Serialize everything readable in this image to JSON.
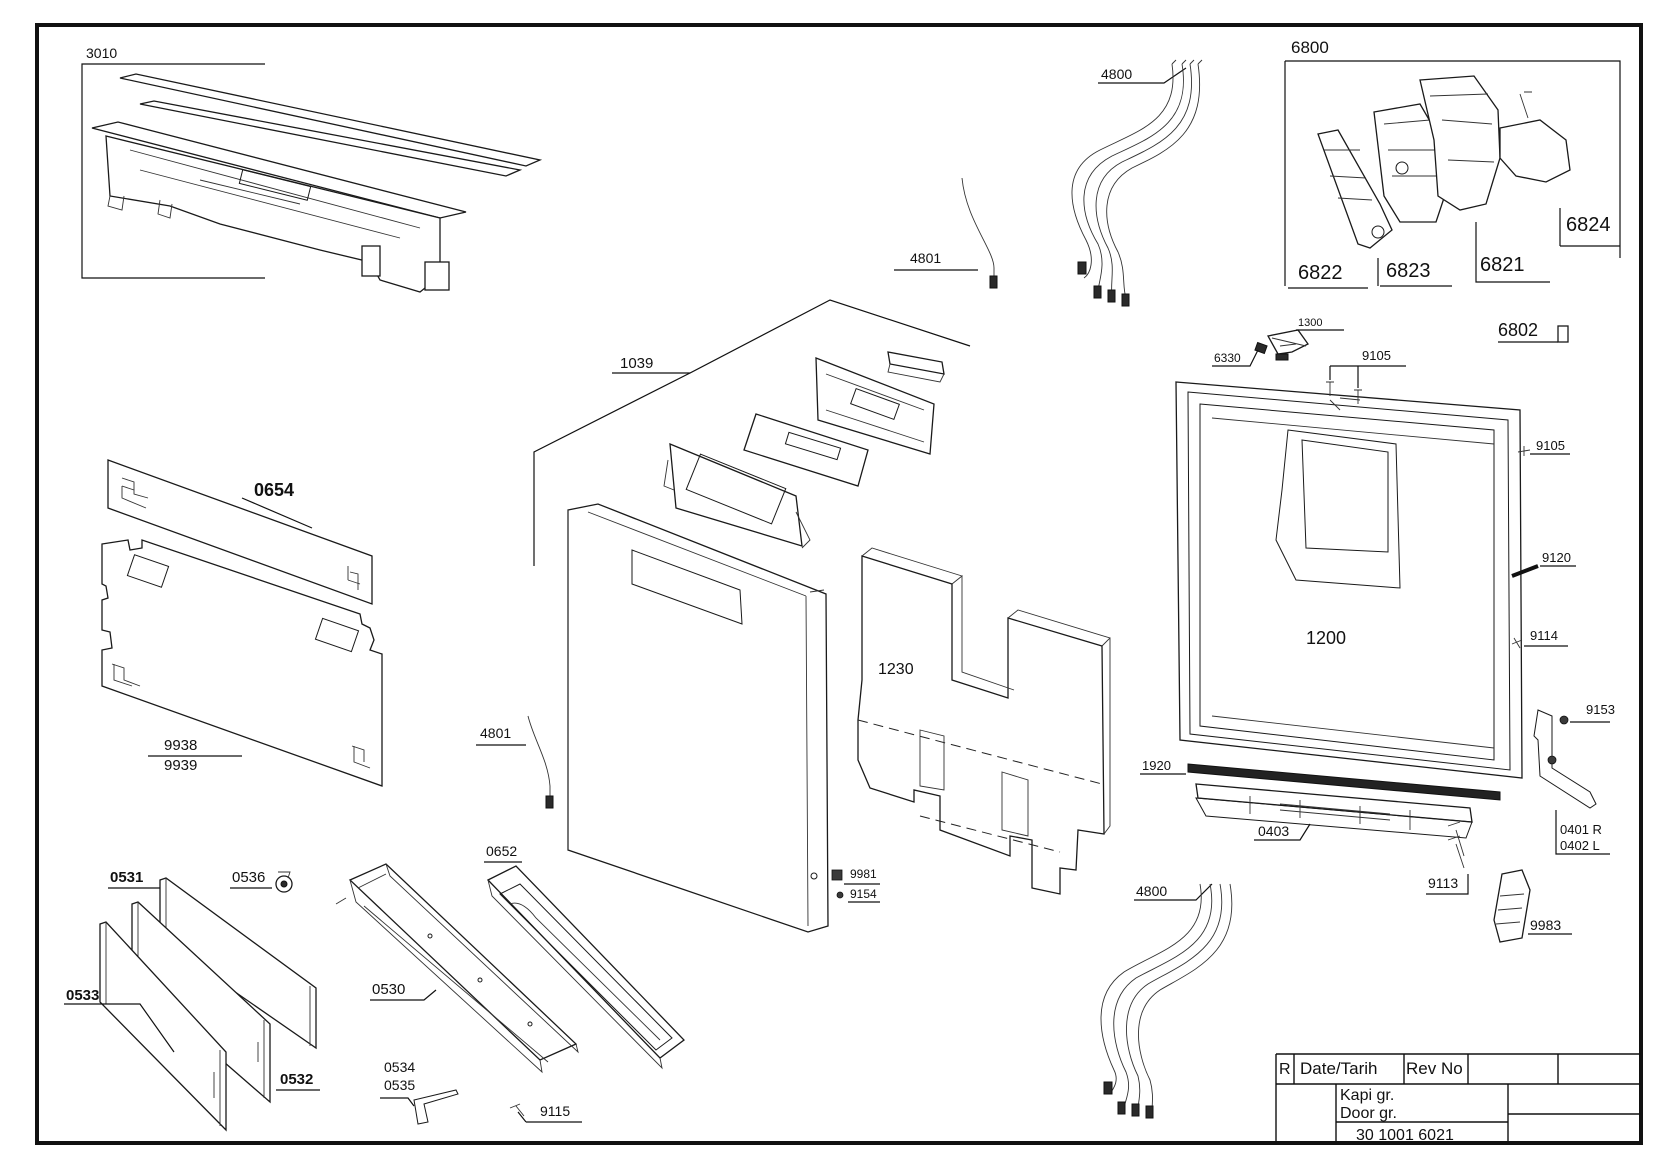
{
  "labels": {
    "l3010": "3010",
    "l6800": "6800",
    "l4800_top": "4800",
    "l4801_top": "4801",
    "l6822": "6822",
    "l6823": "6823",
    "l6821": "6821",
    "l6824": "6824",
    "l6802": "6802",
    "l1300": "1300",
    "l6330": "6330",
    "l9105_top": "9105",
    "l9105_right": "9105",
    "l1039": "1039",
    "l0654": "0654",
    "l9938": "9938",
    "l9939": "9939",
    "l1230": "1230",
    "l1200": "1200",
    "l9120": "9120",
    "l9114": "9114",
    "l9153": "9153",
    "l4801_mid": "4801",
    "l1920": "1920",
    "l0403": "0403",
    "l0401": "0401 R",
    "l0402": "0402 L",
    "l9113": "9113",
    "l9981": "9981",
    "l9154": "9154",
    "l0531": "0531",
    "l0536": "0536",
    "l0652": "0652",
    "l4800_bot": "4800",
    "l9983": "9983",
    "l0530": "0530",
    "l0533": "0533",
    "l0532": "0532",
    "l0534": "0534",
    "l0535": "0535",
    "l9115": "9115"
  },
  "title_block": {
    "col_r": "R",
    "col_date": "Date/Tarih",
    "col_rev": "Rev No",
    "title_tr": "Kapi gr.",
    "title_en": "Door gr.",
    "drawing_no": "30 1001 6021"
  }
}
